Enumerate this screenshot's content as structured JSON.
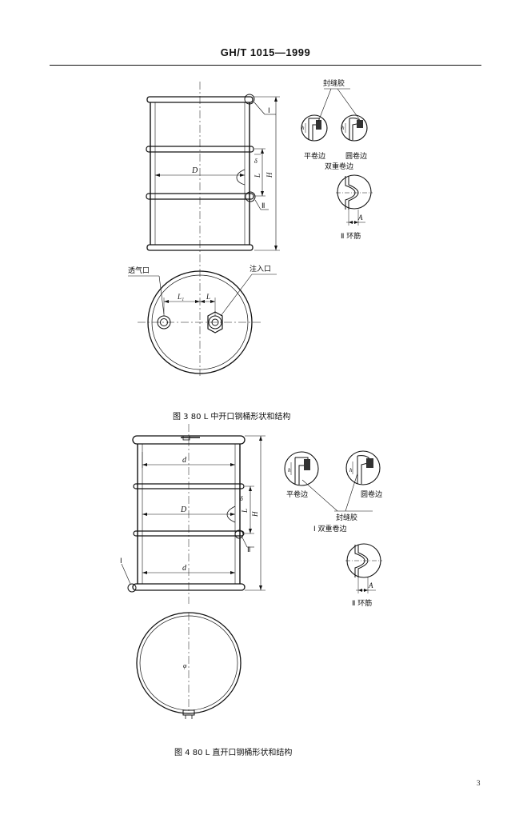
{
  "header": {
    "standard_code": "GH/T 1015—1999"
  },
  "figure3": {
    "caption": "图 3   80 L 中开口钢桶形状和结构",
    "label_seal_glue": "封缝胶",
    "label_flat_seam": "平卷边",
    "label_round_seam": "圆卷边",
    "label_double_seam": "双重卷边",
    "label_rib": "Ⅱ 环筋",
    "label_vent": "透气口",
    "label_pour": "注入口",
    "dim_D": "D",
    "dim_L": "L",
    "dim_L1": "L₁",
    "dim_H": "H",
    "dim_delta": "δ",
    "dim_A": "A",
    "dim_h": "h",
    "roman_1": "Ⅰ",
    "roman_2": "Ⅱ"
  },
  "figure4": {
    "caption": "图 4   80 L 直开口钢桶形状和结构",
    "label_flat_seam": "平卷边",
    "label_round_seam": "圆卷边",
    "label_seal_glue": "封缝胶",
    "label_double_seam": "Ⅰ 双重卷边",
    "label_rib": "Ⅱ 环筋",
    "dim_d": "d",
    "dim_D": "D",
    "dim_L": "L",
    "dim_H": "H",
    "dim_delta": "δ",
    "dim_A": "A",
    "dim_h": "h",
    "dim_phi": "φ",
    "roman_1": "Ⅰ",
    "roman_2": "Ⅱ"
  },
  "page_number": "3"
}
